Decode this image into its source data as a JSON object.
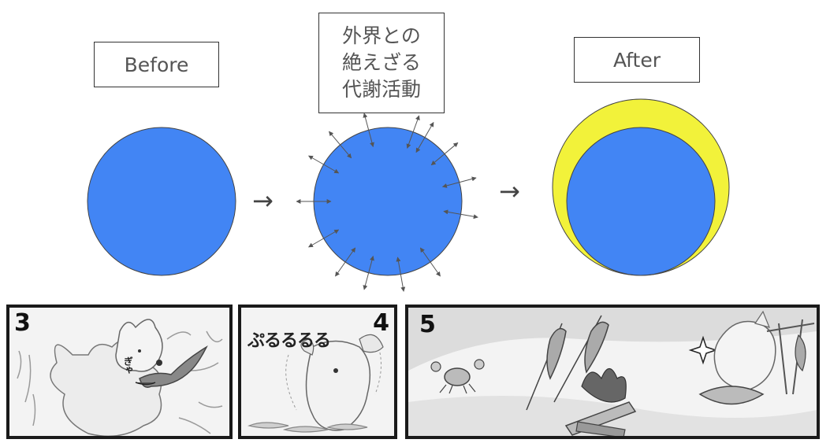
{
  "labels": {
    "before": "Before",
    "middle": [
      "外界との",
      "絶えざる",
      "代謝活動"
    ],
    "after": "After"
  },
  "arrows": {
    "first": "→",
    "second": "→"
  },
  "colors": {
    "blue": "#4285f4",
    "yellow": "#f2f23a",
    "outline": "#444444"
  },
  "panels": {
    "p3": {
      "number": "3",
      "sfx": "ぎゃ"
    },
    "p4": {
      "number": "4",
      "sfx": "ぷるるるる"
    },
    "p5": {
      "number": "5"
    }
  }
}
